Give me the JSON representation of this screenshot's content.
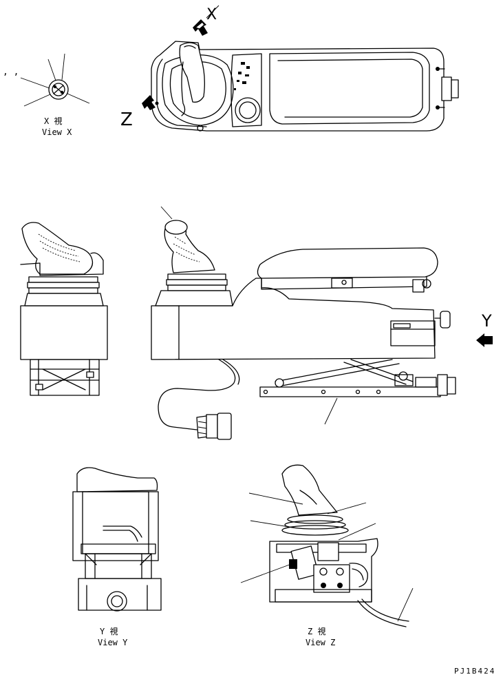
{
  "labels": {
    "view_x_letter": "X",
    "view_y_letter": "Y",
    "view_z_letter": "Z",
    "view_x_caption_jp": "X 視",
    "view_x_caption_en": "View X",
    "view_y_caption_jp": "Y 視",
    "view_y_caption_en": "View Y",
    "view_z_caption_jp": "Z 視",
    "view_z_caption_en": "View Z",
    "drawing_code": "PJ1B424",
    "x_marks": ",  ,"
  }
}
